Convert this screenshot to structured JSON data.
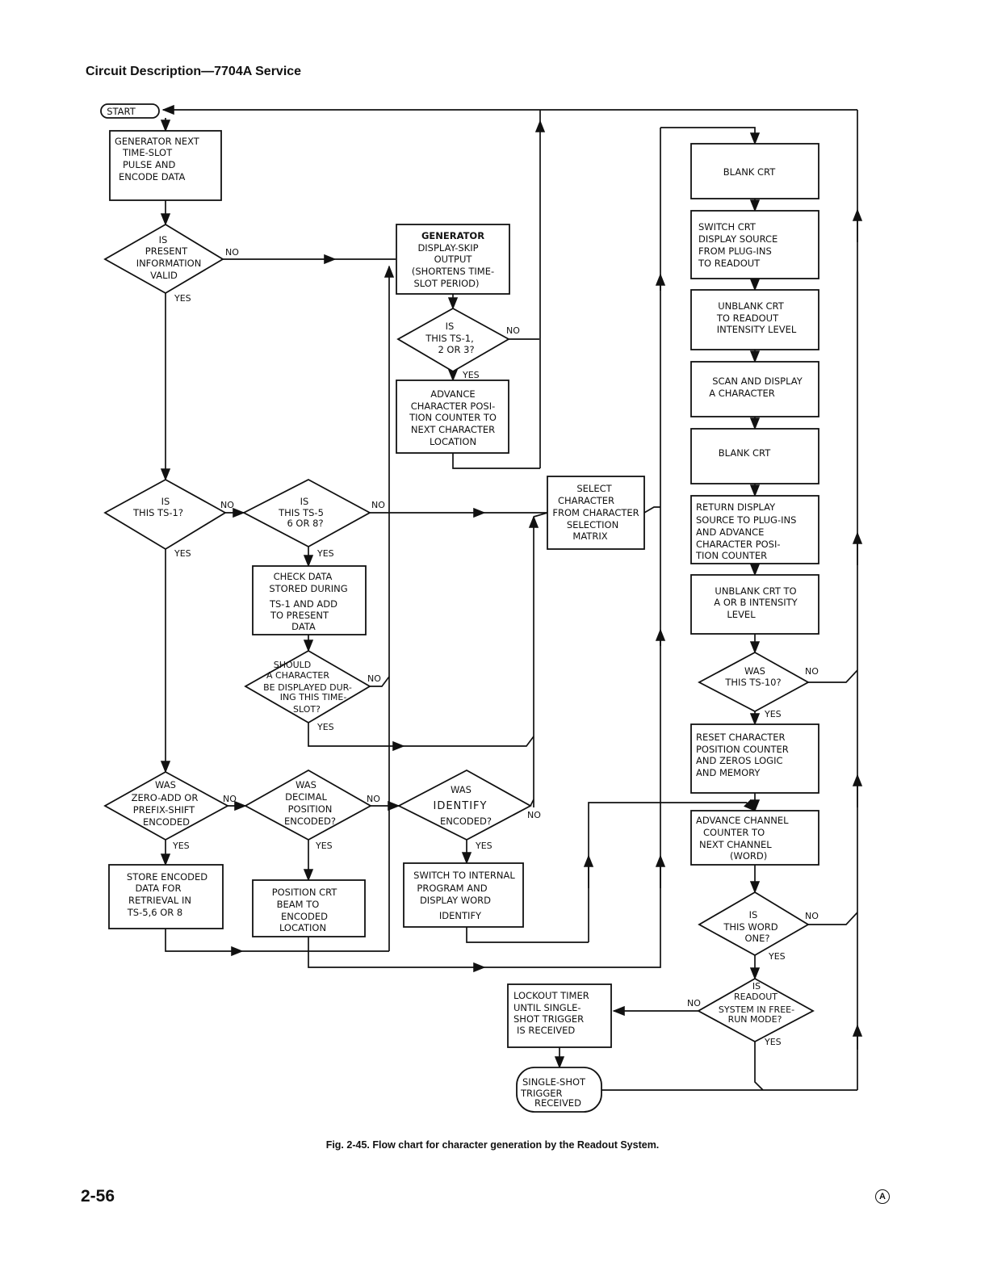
{
  "header": "Circuit Description—7704A Service",
  "caption": "Fig. 2-45. Flow chart for character generation by the Readout System.",
  "page_number": "2-56",
  "revision_mark": "A",
  "nodes": {
    "start": "START",
    "gen_next": [
      "GENERATOR NEXT",
      "TIME-SLOT",
      "PULSE AND",
      "ENCODE DATA"
    ],
    "d_valid": [
      "IS",
      "PRESENT",
      "INFORMATION",
      "VALID"
    ],
    "gen_skip": [
      "GENERATOR",
      "DISPLAY-SKIP",
      "OUTPUT",
      "(SHORTENS TIME-",
      "SLOT PERIOD)"
    ],
    "d_ts123": [
      "IS",
      "THIS TS-1,",
      "2 OR 3?"
    ],
    "advance_pos": [
      "ADVANCE",
      "CHARACTER POSI-",
      "TION COUNTER TO",
      "NEXT CHARACTER",
      "LOCATION"
    ],
    "d_ts1": [
      "IS",
      "THIS TS-1?"
    ],
    "d_ts568": [
      "IS",
      "THIS TS-5",
      "6 OR 8?"
    ],
    "select_char": [
      "SELECT",
      "CHARACTER",
      "FROM CHARACTER",
      "SELECTION",
      "MATRIX"
    ],
    "check_data": [
      "CHECK DATA",
      "STORED DURING",
      "TS-1 AND ADD",
      "TO PRESENT",
      "DATA"
    ],
    "d_should": [
      "SHOULD",
      "A CHARACTER",
      "BE DISPLAYED DUR-",
      "ING THIS TIME-",
      "SLOT?"
    ],
    "d_zero": [
      "WAS",
      "ZERO-ADD OR",
      "PREFIX-SHIFT",
      "ENCODED"
    ],
    "d_decimal": [
      "WAS",
      "DECIMAL",
      "POSITION",
      "ENCODED?"
    ],
    "d_identify": [
      "WAS",
      "IDENTIFY",
      "ENCODED?"
    ],
    "store_data": [
      "STORE ENCODED",
      "DATA FOR",
      "RETRIEVAL IN",
      "TS-5,6 OR 8"
    ],
    "position_crt": [
      "POSITION CRT",
      "BEAM TO",
      "ENCODED",
      "LOCATION"
    ],
    "switch_internal": [
      "SWITCH TO INTERNAL",
      "PROGRAM AND",
      "DISPLAY WORD",
      "IDENTIFY"
    ],
    "blank1": [
      "BLANK CRT"
    ],
    "switch_source": [
      "SWITCH CRT",
      "DISPLAY SOURCE",
      "FROM PLUG-INS",
      "TO READOUT"
    ],
    "unblank_readout": [
      "UNBLANK CRT",
      "TO READOUT",
      "INTENSITY LEVEL"
    ],
    "scan": [
      "SCAN AND DISPLAY",
      "A CHARACTER"
    ],
    "blank2": [
      "BLANK CRT"
    ],
    "return_source": [
      "RETURN DISPLAY",
      "SOURCE TO PLUG-INS",
      "AND ADVANCE",
      "CHARACTER POSI-",
      "TION COUNTER"
    ],
    "unblank_ab": [
      "UNBLANK CRT TO",
      "A OR B INTENSITY",
      "LEVEL"
    ],
    "d_ts10": [
      "WAS",
      "THIS TS-10?"
    ],
    "reset": [
      "RESET CHARACTER",
      "POSITION COUNTER",
      "AND ZEROS LOGIC",
      "AND MEMORY"
    ],
    "advance_channel": [
      "ADVANCE CHANNEL",
      "COUNTER TO",
      "NEXT CHANNEL",
      "(WORD)"
    ],
    "d_word1": [
      "IS",
      "THIS WORD",
      "ONE?"
    ],
    "d_freerun": [
      "IS",
      "READOUT",
      "SYSTEM IN FREE-",
      "RUN MODE?"
    ],
    "lockout": [
      "LOCKOUT TIMER",
      "UNTIL SINGLE-",
      "SHOT TRIGGER",
      "IS RECEIVED"
    ],
    "single_shot": [
      "SINGLE-SHOT",
      "TRIGGER",
      "RECEIVED"
    ]
  },
  "labels": {
    "yes": "YES",
    "no": "NO"
  }
}
